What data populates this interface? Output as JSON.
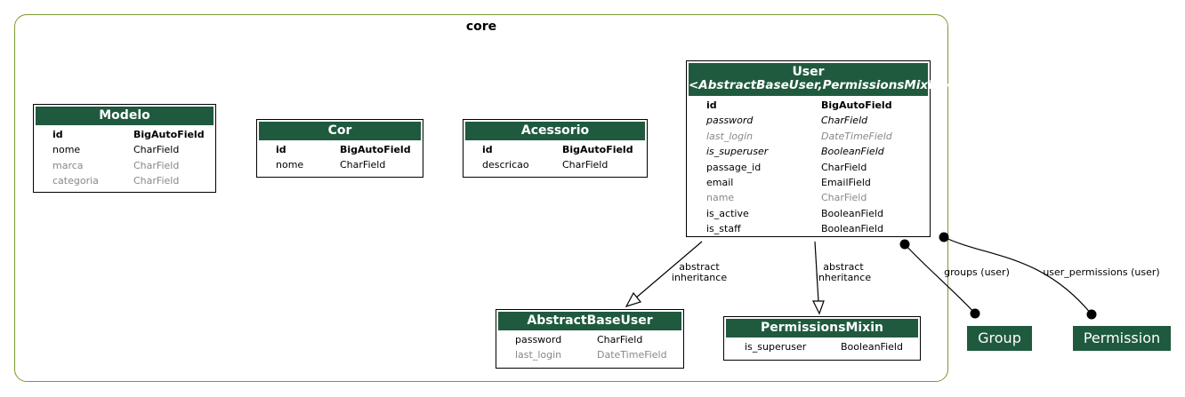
{
  "cluster": {
    "title": "core"
  },
  "models": {
    "modelo": {
      "title": "Modelo",
      "fields": [
        {
          "name": "id",
          "type": "BigAutoField",
          "style": "bold"
        },
        {
          "name": "nome",
          "type": "CharField",
          "style": "normal"
        },
        {
          "name": "marca",
          "type": "CharField",
          "style": "gray"
        },
        {
          "name": "categoria",
          "type": "CharField",
          "style": "gray"
        }
      ]
    },
    "cor": {
      "title": "Cor",
      "fields": [
        {
          "name": "id",
          "type": "BigAutoField",
          "style": "bold"
        },
        {
          "name": "nome",
          "type": "CharField",
          "style": "normal"
        }
      ]
    },
    "acessorio": {
      "title": "Acessorio",
      "fields": [
        {
          "name": "id",
          "type": "BigAutoField",
          "style": "bold"
        },
        {
          "name": "descricao",
          "type": "CharField",
          "style": "normal"
        }
      ]
    },
    "user": {
      "title": "User",
      "subtitle": "<AbstractBaseUser,PermissionsMixin>",
      "fields": [
        {
          "name": "id",
          "type": "BigAutoField",
          "style": "bold"
        },
        {
          "name": "password",
          "type": "CharField",
          "style": "italic"
        },
        {
          "name": "last_login",
          "type": "DateTimeField",
          "style": "gray-italic"
        },
        {
          "name": "is_superuser",
          "type": "BooleanField",
          "style": "italic"
        },
        {
          "name": "passage_id",
          "type": "CharField",
          "style": "normal"
        },
        {
          "name": "email",
          "type": "EmailField",
          "style": "normal"
        },
        {
          "name": "name",
          "type": "CharField",
          "style": "gray"
        },
        {
          "name": "is_active",
          "type": "BooleanField",
          "style": "normal"
        },
        {
          "name": "is_staff",
          "type": "BooleanField",
          "style": "normal"
        }
      ]
    },
    "abstractbaseuser": {
      "title": "AbstractBaseUser",
      "fields": [
        {
          "name": "password",
          "type": "CharField",
          "style": "normal"
        },
        {
          "name": "last_login",
          "type": "DateTimeField",
          "style": "gray"
        }
      ]
    },
    "permissionsmixin": {
      "title": "PermissionsMixin",
      "fields": [
        {
          "name": "is_superuser",
          "type": "BooleanField",
          "style": "normal"
        }
      ]
    }
  },
  "external": {
    "group": "Group",
    "permission": "Permission"
  },
  "edges": {
    "abstract_1": [
      "abstract",
      "inheritance"
    ],
    "abstract_2": [
      "abstract",
      "inheritance"
    ],
    "groups": "groups (user)",
    "user_permissions": "user_permissions (user)"
  },
  "colors": {
    "header": "#1f5a3e",
    "cluster_border": "#7a9a2e"
  }
}
